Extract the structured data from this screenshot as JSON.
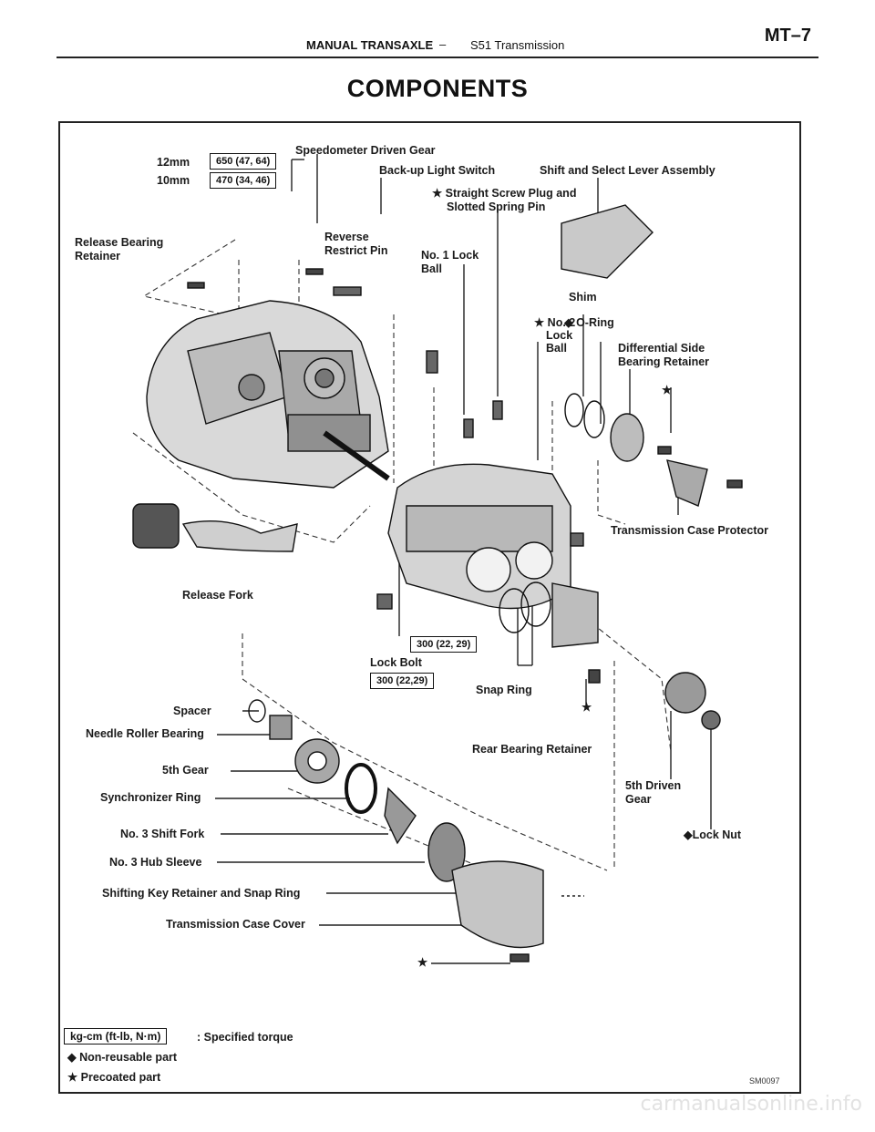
{
  "header": {
    "section": "MANUAL TRANSAXLE",
    "dash": "–",
    "subsection": "S51 Transmission",
    "page": "MT–7"
  },
  "title": "COMPONENTS",
  "torques": {
    "t12mm_label": "12mm",
    "t12mm_value": "650 (47, 64)",
    "t10mm_label": "10mm",
    "t10mm_value": "470 (34, 46)",
    "case_bolt": "300 (22, 29)",
    "lock_bolt": "300 (22,29)"
  },
  "labels": {
    "speedometer": "Speedometer Driven Gear",
    "backup": "Back-up Light Switch",
    "shift_select": "Shift and Select Lever Assembly",
    "straight_plug_1": "★ Straight Screw Plug and",
    "straight_plug_2": "Slotted Spring Pin",
    "release_bearing_1": "Release Bearing",
    "release_bearing_2": "Retainer",
    "reverse_1": "Reverse",
    "reverse_2": "Restrict Pin",
    "no1_1": "No. 1 Lock",
    "no1_2": "Ball",
    "shim": "Shim",
    "no2_1": "★ No. 2",
    "no2_2": "Lock",
    "no2_3": "Ball",
    "oring": "◆ O-Ring",
    "diff_1": "Differential Side",
    "diff_2": "Bearing Retainer",
    "star_a": "★",
    "case_protector": "Transmission Case Protector",
    "release_fork": "Release Fork",
    "lock_bolt": "Lock Bolt",
    "snap_ring": "Snap Ring",
    "spacer": "Spacer",
    "needle": "Needle Roller Bearing",
    "gear5": "5th Gear",
    "synchro": "Synchronizer Ring",
    "fork3": "No. 3 Shift Fork",
    "hub3": "No. 3 Hub Sleeve",
    "shifting_key": "Shifting Key Retainer and Snap Ring",
    "case_cover": "Transmission Case Cover",
    "rear_bearing": "Rear Bearing Retainer",
    "star_b": "★",
    "driven5_1": "5th Driven",
    "driven5_2": "Gear",
    "lock_nut": "◆Lock Nut",
    "star_c": "★"
  },
  "legend": {
    "torque_box": "kg-cm (ft-lb, N·m)",
    "torque_text": ": Specified torque",
    "nonreusable": "◆  Non-reusable part",
    "precoated": "★  Precoated part"
  },
  "figure_code": "SM0097",
  "watermark": "carmanualsonline.info"
}
